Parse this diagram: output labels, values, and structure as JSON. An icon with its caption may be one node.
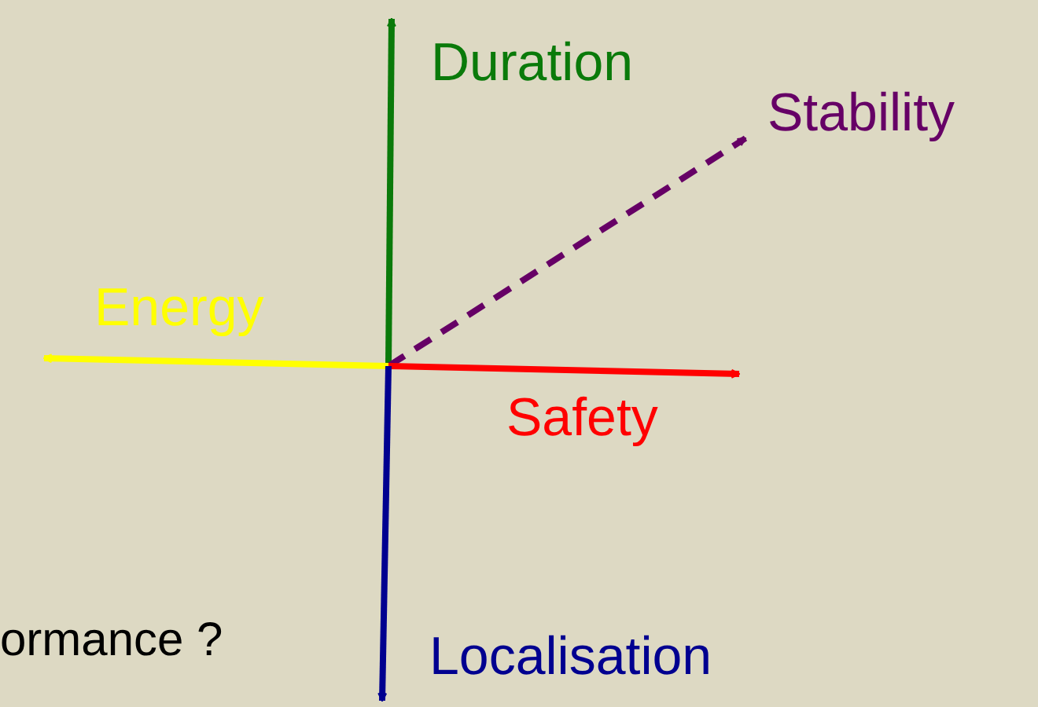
{
  "diagram": {
    "nodes": [
      {
        "text": [
          "Duration"
        ]
      },
      {
        "text": [
          "Stability"
        ]
      },
      {
        "text": [
          "Energy"
        ]
      },
      {
        "text": [
          "Safety"
        ]
      },
      {
        "text": [
          "Localisation"
        ]
      }
    ],
    "edges": [
      {
        "from": null,
        "to": 0,
        "arrow": "to",
        "color": "#0a7a0a"
      },
      {
        "from": null,
        "to": 1,
        "arrow": "to",
        "style": "dashed",
        "color": "#660066"
      },
      {
        "from": null,
        "to": 2,
        "arrow": "to",
        "color": "#ffff00"
      },
      {
        "from": null,
        "to": 3,
        "arrow": "to",
        "color": "#ff0000"
      },
      {
        "from": null,
        "to": 4,
        "arrow": "to",
        "color": "#000090"
      }
    ],
    "labels": [
      "ormance ?"
    ]
  }
}
